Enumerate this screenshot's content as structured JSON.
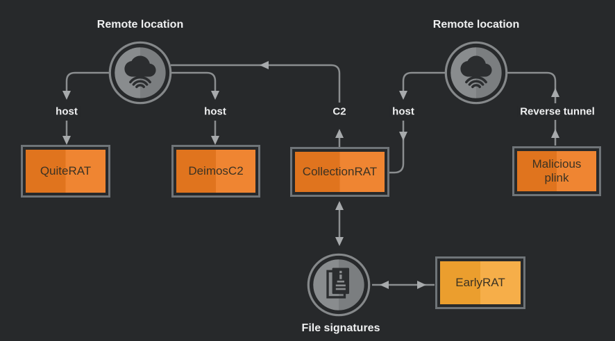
{
  "diagram_title": "",
  "colors": {
    "background": "#27292b",
    "box_orange_dark": "#e0741e",
    "box_orange_light": "#ef8532",
    "box_amber_dark": "#eb9e2e",
    "box_amber_light": "#f6ae49",
    "box_border": "#6f7478",
    "box_text": "#3b3223",
    "connector_line": "#8b8e90",
    "arrowhead": "#a7aaac",
    "node_ring": "#85888a",
    "node_disc_light": "#898c8e",
    "node_disc_dark": "#7b7e80",
    "icon_dark": "#2b2d2f",
    "label_text": "#eff0f1"
  },
  "nodes": {
    "remote_left": {
      "label": "Remote location",
      "type": "cloud"
    },
    "remote_right": {
      "label": "Remote location",
      "type": "cloud"
    },
    "file_signatures": {
      "label": "File signatures",
      "type": "document"
    },
    "quiterat": {
      "label": "QuiteRAT",
      "type": "malware-box",
      "color": "orange"
    },
    "deimosc2": {
      "label": "DeimosC2",
      "type": "malware-box",
      "color": "orange"
    },
    "collectionrat": {
      "label": "CollectionRAT",
      "type": "malware-box",
      "color": "orange"
    },
    "malicious_plink": {
      "label": "Malicious plink",
      "type": "malware-box",
      "color": "orange"
    },
    "earlyrat": {
      "label": "EarlyRAT",
      "type": "malware-box",
      "color": "amber"
    }
  },
  "edges": {
    "host_left": {
      "label": "host",
      "from": "remote_left",
      "to": "quiterat"
    },
    "host_mid": {
      "label": "host",
      "from": "remote_left",
      "to": "deimosc2"
    },
    "c2": {
      "label": "C2",
      "from": "collectionrat",
      "to": "remote_left"
    },
    "host_right": {
      "label": "host",
      "from": "remote_right",
      "to": "collectionrat"
    },
    "reverse_tunnel": {
      "label": "Reverse tunnel",
      "from": "malicious_plink",
      "to": "remote_right"
    },
    "signature_check": {
      "label": "",
      "from": "collectionrat",
      "to": "file_signatures",
      "bidirectional": true
    },
    "signature_match": {
      "label": "",
      "from": "file_signatures",
      "to": "earlyrat",
      "bidirectional": true
    }
  }
}
